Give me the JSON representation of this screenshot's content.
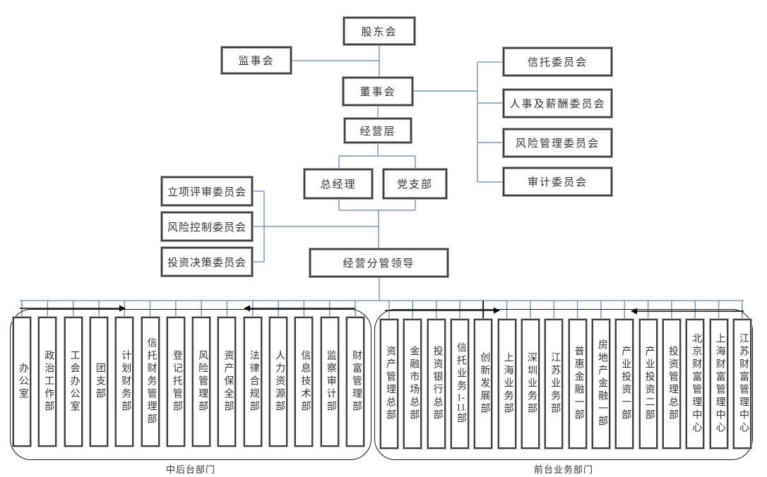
{
  "nodes": {
    "shareholders": {
      "label": "股东会"
    },
    "supervisory_board": {
      "label": "监事会"
    },
    "board_of_directors": {
      "label": "董事会"
    },
    "management_layer": {
      "label": "经营层"
    },
    "general_manager": {
      "label": "总经理"
    },
    "party_branch": {
      "label": "党支部"
    },
    "management_leaders": {
      "label": "经营分管领导"
    }
  },
  "board_committees": [
    "信托委员会",
    "人事及薪酬委员会",
    "风险管理委员会",
    "审计委员会"
  ],
  "management_committees": [
    "立项评审委员会",
    "风险控制委员会",
    "投资决策委员会"
  ],
  "groups": {
    "back_office": {
      "label": "中后台部门",
      "departments": [
        "办公室",
        "政治工作部",
        "工会办公室",
        "团支部",
        "计划财务部",
        "信托财务管理部",
        "登记托管部",
        "风险管理部",
        "资产保全部",
        "法律合规部",
        "人力资源部",
        "信息技术部",
        "监察审计部",
        "财富管理部"
      ]
    },
    "front_office": {
      "label": "前台业务部门",
      "departments": [
        "资产管理总部",
        "金融市场总部",
        "投资银行总部",
        "信托业务1-11部",
        "创新发展部",
        "上海业务部",
        "深圳业务部",
        "江苏业务部",
        "普惠金融一部",
        "房地产金融一部",
        "产业投资一部",
        "产业投资二部",
        "投资管理总部",
        "北京财富管理中心",
        "上海财富管理中心",
        "江苏财富管理中心"
      ]
    }
  },
  "colors": {
    "connector": "#7b97bb",
    "box_border": "#3f3f3f",
    "arrow": "#000000",
    "text": "#333333",
    "background": "#ffffff"
  }
}
